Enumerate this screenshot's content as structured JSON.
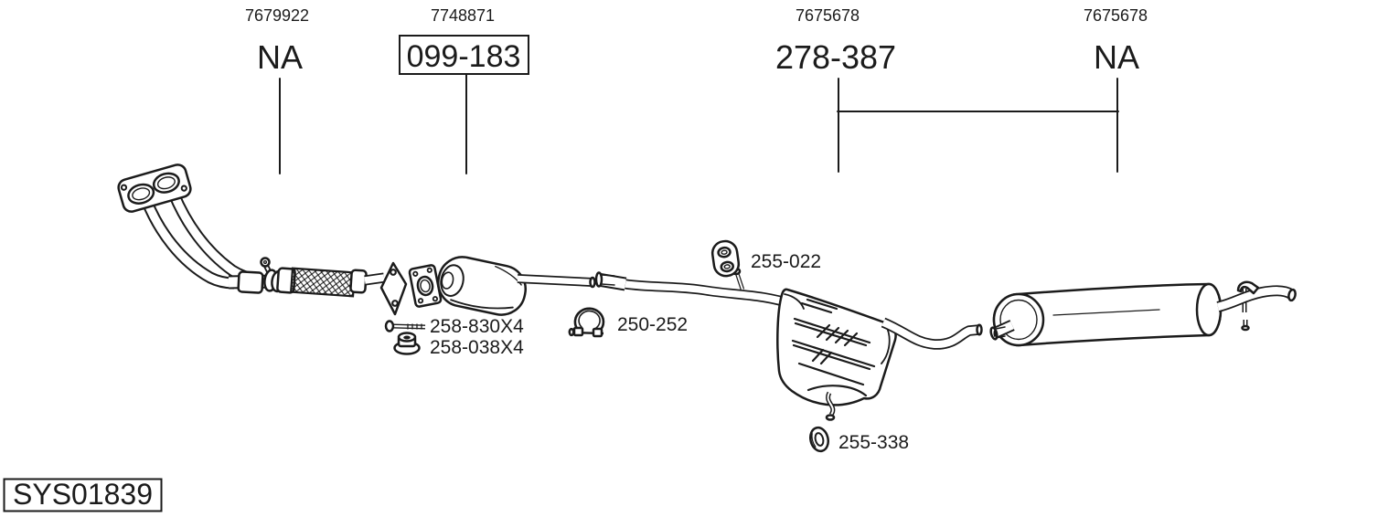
{
  "page": {
    "background": "#ffffff",
    "ink": "#1b1b1b"
  },
  "system_label": {
    "id": "SYS01839"
  },
  "callouts": [
    {
      "oem_number": "7679922",
      "part_code": "NA",
      "boxed": false
    },
    {
      "oem_number": "7748871",
      "part_code": "099-183",
      "boxed": true
    },
    {
      "oem_number": "7675678",
      "part_code": "278-387",
      "boxed": false
    },
    {
      "oem_number": "7675678",
      "part_code": "NA",
      "boxed": false
    }
  ],
  "component_labels": {
    "rubber_hanger": "255-022",
    "bolt": "258-830X4",
    "nut": "258-038X4",
    "pipe_clamp": "250-252",
    "o_ring": "255-338"
  }
}
